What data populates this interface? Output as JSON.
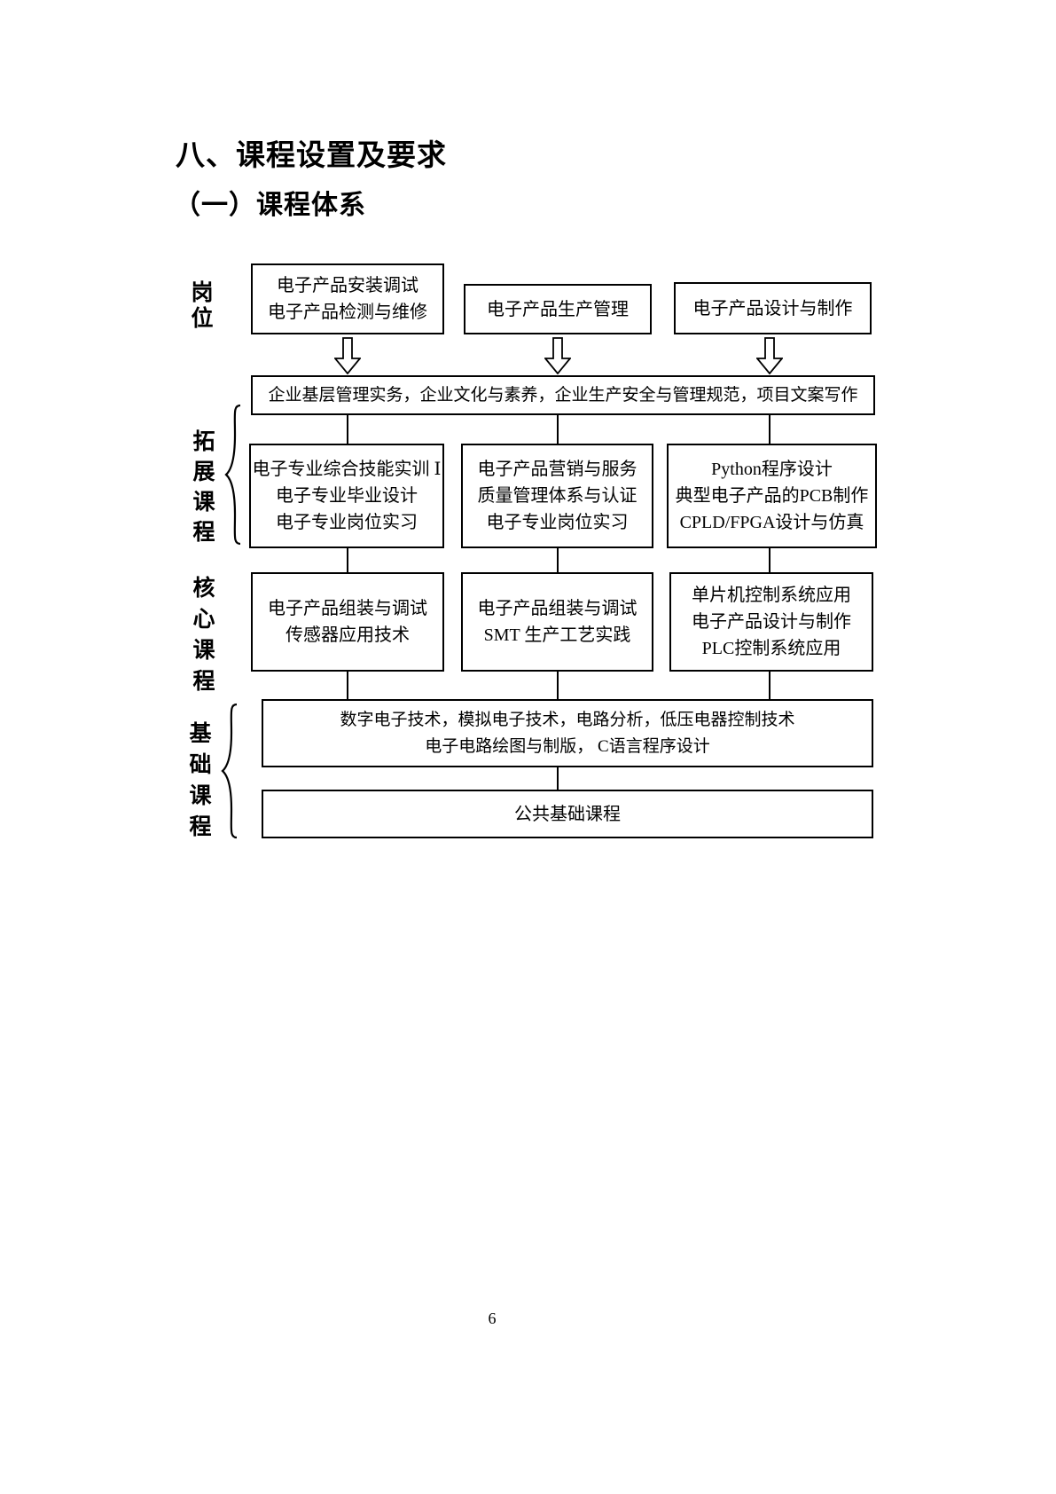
{
  "page": {
    "title": "八、课程设置及要求",
    "subtitle": "（一）课程体系",
    "page_number": "6"
  },
  "colors": {
    "line": "#000000",
    "text": "#000000",
    "background": "#ffffff"
  },
  "icons": {
    "down_arrow": "hollow-block-down-arrow",
    "brace": "left-curly-brace"
  },
  "diagram": {
    "labels": {
      "row1": "岗位",
      "row2": "拓展课程",
      "row3": "核心课程",
      "row4": "基础课程"
    },
    "position_boxes": [
      {
        "lines": [
          "电子产品安装调试",
          "电子产品检测与维修"
        ]
      },
      {
        "lines": [
          "电子产品生产管理"
        ]
      },
      {
        "lines": [
          "电子产品设计与制作"
        ]
      }
    ],
    "bridge_box": {
      "line": "企业基层管理实务，企业文化与素养，企业生产安全与管理规范，项目文案写作"
    },
    "expansion_boxes": [
      {
        "lines": [
          "电子专业综合技能实训 Ⅰ",
          "电子专业毕业设计",
          "电子专业岗位实习"
        ]
      },
      {
        "lines": [
          "电子产品营销与服务",
          "质量管理体系与认证",
          "电子专业岗位实习"
        ]
      },
      {
        "lines": [
          "Python程序设计",
          "典型电子产品的PCB制作",
          "CPLD/FPGA设计与仿真"
        ]
      }
    ],
    "core_boxes": [
      {
        "lines": [
          "电子产品组装与调试",
          "传感器应用技术"
        ]
      },
      {
        "lines": [
          "电子产品组装与调试",
          "SMT 生产工艺实践"
        ]
      },
      {
        "lines": [
          "单片机控制系统应用",
          "电子产品设计与制作",
          "PLC控制系统应用"
        ]
      }
    ],
    "foundation_boxes": [
      {
        "lines": [
          "数字电子技术，模拟电子技术，电路分析，低压电器控制技术",
          "电子电路绘图与制版，  C语言程序设计"
        ]
      },
      {
        "lines": [
          "公共基础课程"
        ]
      }
    ]
  }
}
